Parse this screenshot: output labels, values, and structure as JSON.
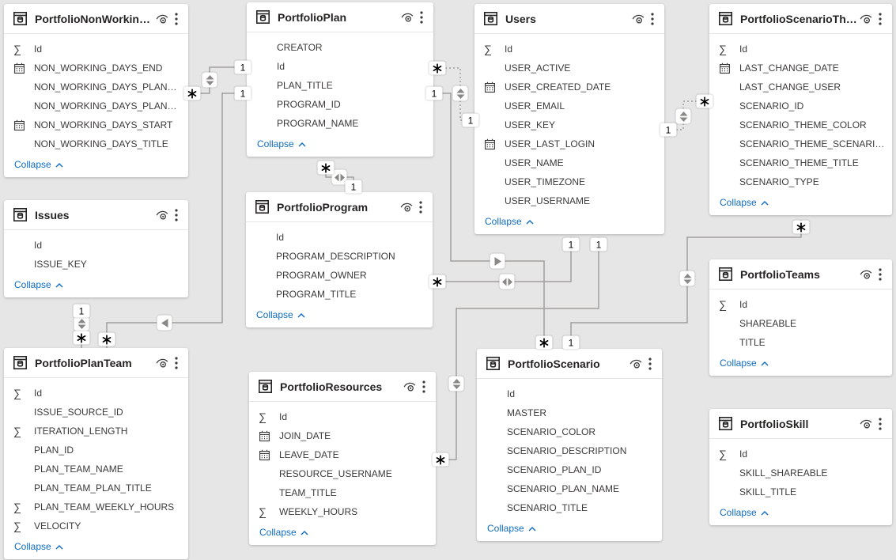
{
  "canvas": {
    "background_color": "#e6e6e6",
    "line_color": "#a19f9d",
    "accent_blue": "#0f6cbd",
    "card_color": "#ffffff"
  },
  "tables": [
    {
      "id": "nonworking",
      "title": "PortfolioNonWorking...",
      "collapse": "Collapse",
      "fields": [
        {
          "icon": "sigma",
          "name": "Id"
        },
        {
          "icon": "calendar",
          "name": "NON_WORKING_DAYS_END"
        },
        {
          "icon": "none",
          "name": "NON_WORKING_DAYS_PLAN_ID"
        },
        {
          "icon": "none",
          "name": "NON_WORKING_DAYS_PLAN_N..."
        },
        {
          "icon": "calendar",
          "name": "NON_WORKING_DAYS_START"
        },
        {
          "icon": "none",
          "name": "NON_WORKING_DAYS_TITLE"
        }
      ]
    },
    {
      "id": "plan",
      "title": "PortfolioPlan",
      "collapse": "Collapse",
      "fields": [
        {
          "icon": "none",
          "name": "CREATOR"
        },
        {
          "icon": "none",
          "name": "Id"
        },
        {
          "icon": "none",
          "name": "PLAN_TITLE"
        },
        {
          "icon": "none",
          "name": "PROGRAM_ID"
        },
        {
          "icon": "none",
          "name": "PROGRAM_NAME"
        }
      ]
    },
    {
      "id": "users",
      "title": "Users",
      "collapse": "Collapse",
      "fields": [
        {
          "icon": "sigma",
          "name": "Id"
        },
        {
          "icon": "none",
          "name": "USER_ACTIVE"
        },
        {
          "icon": "calendar",
          "name": "USER_CREATED_DATE"
        },
        {
          "icon": "none",
          "name": "USER_EMAIL"
        },
        {
          "icon": "none",
          "name": "USER_KEY"
        },
        {
          "icon": "calendar",
          "name": "USER_LAST_LOGIN"
        },
        {
          "icon": "none",
          "name": "USER_NAME"
        },
        {
          "icon": "none",
          "name": "USER_TIMEZONE"
        },
        {
          "icon": "none",
          "name": "USER_USERNAME"
        }
      ]
    },
    {
      "id": "scenariothe",
      "title": "PortfolioScenarioThe...",
      "collapse": "Collapse",
      "fields": [
        {
          "icon": "sigma",
          "name": "Id"
        },
        {
          "icon": "calendar",
          "name": "LAST_CHANGE_DATE"
        },
        {
          "icon": "none",
          "name": "LAST_CHANGE_USER"
        },
        {
          "icon": "none",
          "name": "SCENARIO_ID"
        },
        {
          "icon": "none",
          "name": "SCENARIO_THEME_COLOR"
        },
        {
          "icon": "none",
          "name": "SCENARIO_THEME_SCENARIO_..."
        },
        {
          "icon": "none",
          "name": "SCENARIO_THEME_TITLE"
        },
        {
          "icon": "none",
          "name": "SCENARIO_TYPE"
        }
      ]
    },
    {
      "id": "issues",
      "title": "Issues",
      "collapse": "Collapse",
      "fields": [
        {
          "icon": "none",
          "name": "Id"
        },
        {
          "icon": "none",
          "name": "ISSUE_KEY"
        }
      ]
    },
    {
      "id": "program",
      "title": "PortfolioProgram",
      "collapse": "Collapse",
      "fields": [
        {
          "icon": "none",
          "name": "Id"
        },
        {
          "icon": "none",
          "name": "PROGRAM_DESCRIPTION"
        },
        {
          "icon": "none",
          "name": "PROGRAM_OWNER"
        },
        {
          "icon": "none",
          "name": "PROGRAM_TITLE"
        }
      ]
    },
    {
      "id": "teams",
      "title": "PortfolioTeams",
      "collapse": "Collapse",
      "fields": [
        {
          "icon": "sigma",
          "name": "Id"
        },
        {
          "icon": "none",
          "name": "SHAREABLE"
        },
        {
          "icon": "none",
          "name": "TITLE"
        }
      ]
    },
    {
      "id": "planteam",
      "title": "PortfolioPlanTeam",
      "collapse": "Collapse",
      "fields": [
        {
          "icon": "sigma",
          "name": "Id"
        },
        {
          "icon": "none",
          "name": "ISSUE_SOURCE_ID"
        },
        {
          "icon": "sigma",
          "name": "ITERATION_LENGTH"
        },
        {
          "icon": "none",
          "name": "PLAN_ID"
        },
        {
          "icon": "none",
          "name": "PLAN_TEAM_NAME"
        },
        {
          "icon": "none",
          "name": "PLAN_TEAM_PLAN_TITLE"
        },
        {
          "icon": "sigma",
          "name": "PLAN_TEAM_WEEKLY_HOURS"
        },
        {
          "icon": "sigma",
          "name": "VELOCITY"
        }
      ]
    },
    {
      "id": "resources",
      "title": "PortfolioResources",
      "collapse": "Collapse",
      "fields": [
        {
          "icon": "sigma",
          "name": "Id"
        },
        {
          "icon": "calendar",
          "name": "JOIN_DATE"
        },
        {
          "icon": "calendar",
          "name": "LEAVE_DATE"
        },
        {
          "icon": "none",
          "name": "RESOURCE_USERNAME"
        },
        {
          "icon": "none",
          "name": "TEAM_TITLE"
        },
        {
          "icon": "sigma",
          "name": "WEEKLY_HOURS"
        }
      ]
    },
    {
      "id": "scenario",
      "title": "PortfolioScenario",
      "collapse": "Collapse",
      "fields": [
        {
          "icon": "none",
          "name": "Id"
        },
        {
          "icon": "none",
          "name": "MASTER"
        },
        {
          "icon": "none",
          "name": "SCENARIO_COLOR"
        },
        {
          "icon": "none",
          "name": "SCENARIO_DESCRIPTION"
        },
        {
          "icon": "none",
          "name": "SCENARIO_PLAN_ID"
        },
        {
          "icon": "none",
          "name": "SCENARIO_PLAN_NAME"
        },
        {
          "icon": "none",
          "name": "SCENARIO_TITLE"
        }
      ]
    },
    {
      "id": "skill",
      "title": "PortfolioSkill",
      "collapse": "Collapse",
      "fields": [
        {
          "icon": "sigma",
          "name": "Id"
        },
        {
          "icon": "none",
          "name": "SKILL_SHAREABLE"
        },
        {
          "icon": "none",
          "name": "SKILL_TITLE"
        }
      ]
    }
  ],
  "relationships": [
    {
      "from": "PortfolioNonWorking...",
      "to": "PortfolioPlan",
      "a_label": "*",
      "b_label": "1",
      "direction": "both",
      "line": "solid"
    },
    {
      "from": "PortfolioPlan",
      "to": "PortfolioPlanTeam",
      "a_label": "1",
      "b_label": "*",
      "direction": "left",
      "line": "solid"
    },
    {
      "from": "Issues",
      "to": "PortfolioPlanTeam",
      "a_label": "1",
      "b_label": "*",
      "direction": "both",
      "line": "solid"
    },
    {
      "from": "PortfolioPlan",
      "to": "Users",
      "a_label": "*",
      "b_label": "1",
      "direction": "both",
      "line": "dotted"
    },
    {
      "from": "PortfolioPlan",
      "to": "PortfolioScenario",
      "a_label": "1",
      "b_label": "*",
      "direction": "right",
      "line": "solid"
    },
    {
      "from": "PortfolioPlan",
      "to": "PortfolioProgram",
      "a_label": "*",
      "b_label": "1",
      "direction": "both",
      "line": "solid"
    },
    {
      "from": "Users",
      "to": "PortfolioProgram",
      "a_label": "1",
      "b_label": "*",
      "direction": "both",
      "line": "solid"
    },
    {
      "from": "Users",
      "to": "PortfolioResources",
      "a_label": "1",
      "b_label": "*",
      "direction": "both",
      "line": "solid"
    },
    {
      "from": "Users",
      "to": "PortfolioScenarioThe...",
      "a_label": "1",
      "b_label": "*",
      "direction": "both",
      "line": "dotted"
    },
    {
      "from": "PortfolioScenario",
      "to": "PortfolioScenarioThe...",
      "a_label": "1",
      "b_label": "*",
      "direction": "both",
      "line": "solid"
    }
  ]
}
